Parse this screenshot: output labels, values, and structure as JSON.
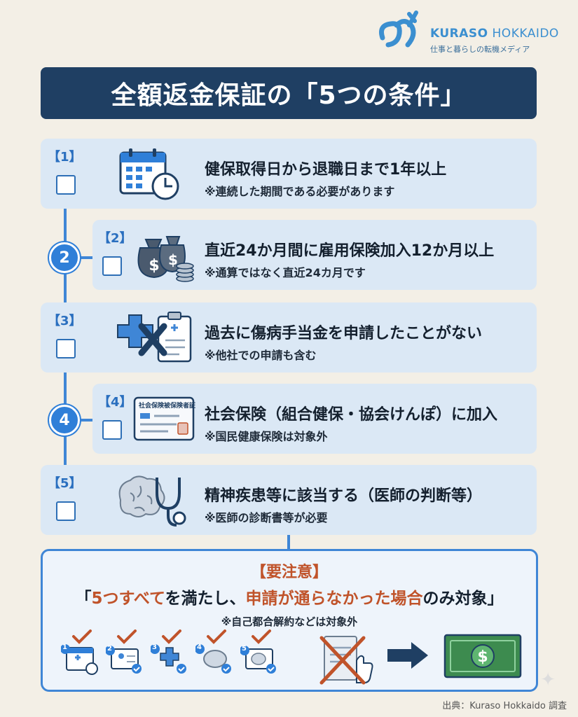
{
  "logo": {
    "brand_bold": "KURASO",
    "brand_rest": " HOKKAIDO",
    "tagline": "仕事と暮らしの転機メディア"
  },
  "title": "全額返金保証の「5つの条件」",
  "conditions": [
    {
      "num": "【1】",
      "main": "健保取得日から退職日まで1年以上",
      "sub": "※連続した期間である必要があります",
      "icon": "calendar-clock-icon"
    },
    {
      "num": "【2】",
      "main": "直近24か月間に雇用保険加入12か月以上",
      "sub": "※通算ではなく直近24カ月です",
      "icon": "money-bags-icon",
      "node": "2"
    },
    {
      "num": "【3】",
      "main": "過去に傷病手当金を申請したことがない",
      "sub": "※他社での申請も含む",
      "icon": "medical-cross-x-icon"
    },
    {
      "num": "【4】",
      "main": "社会保険（組合健保・協会けんぽ）に加入",
      "sub": "※国民健康保険は対象外",
      "icon": "insurance-card-icon",
      "node": "4",
      "card_text": "社会保険被保険者証"
    },
    {
      "num": "【5】",
      "main": "精神疾患等に該当する（医師の判断等）",
      "sub": "※医師の診断書等が必要",
      "icon": "brain-stethoscope-icon"
    }
  ],
  "notice": {
    "head": "【要注意】",
    "msg_pre": "「",
    "msg_red1": "5つすべて",
    "msg_mid1": "を満たし、",
    "msg_red2": "申請が通らなかった場合",
    "msg_post": "のみ対象」",
    "note": "※自己都合解約などは対象外",
    "mini_numbers": [
      "1",
      "2",
      "3",
      "4",
      "5"
    ]
  },
  "source": "出典：Kuraso Hokkaido 調査",
  "colors": {
    "navy": "#1f3f63",
    "blue": "#3f86d6",
    "card": "#dbe8f5",
    "red": "#c0532a"
  }
}
